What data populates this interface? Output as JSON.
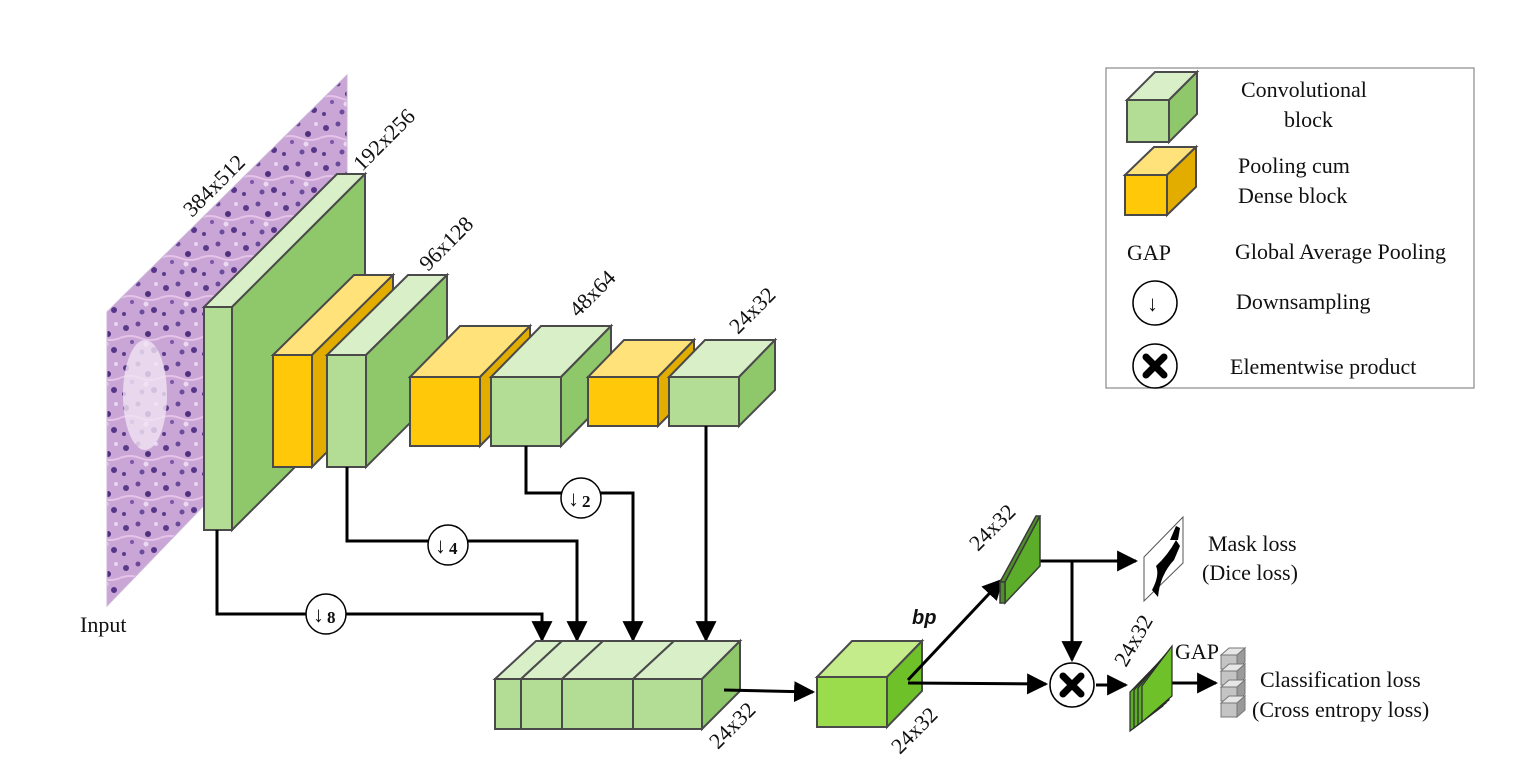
{
  "diagram": {
    "input_label": "Input",
    "dims": {
      "input": "384x512",
      "conv1": "192x256",
      "conv2": "96x128",
      "conv3": "48x64",
      "conv4": "24x32",
      "concat": "24x32",
      "fused": "24x32",
      "mask_branch": "24x32",
      "product": "24x32"
    },
    "downsample": {
      "d2": "2",
      "d4": "4",
      "d8": "8",
      "arrow_glyph": "↓"
    },
    "bp_label": "bp",
    "gap_label": "GAP",
    "outputs": {
      "mask_loss_line1": "Mask loss",
      "mask_loss_line2": "(Dice loss)",
      "class_loss_line1": "Classification loss",
      "class_loss_line2": "(Cross entropy loss)"
    }
  },
  "legend": {
    "conv_line1": "Convolutional",
    "conv_line2": "block",
    "pool_line1": "Pooling cum",
    "pool_line2": "Dense block",
    "gap_abbr": "GAP",
    "gap_text": "Global Average Pooling",
    "down_text": "Downsampling",
    "down_glyph": "↓",
    "product_text": "Elementwise product"
  },
  "colors": {
    "green_front": "#b3dc95",
    "green_top": "#d9efc8",
    "green_side": "#8ec86a",
    "yellow_front": "#ffc90a",
    "yellow_top": "#ffe27a",
    "yellow_side": "#e3ad00",
    "bright_front": "#9bdc4c",
    "bright_top": "#c4ec8a",
    "bright_side": "#6fc12a",
    "dark_green": "#5cae2a",
    "edge": "#4a4a4a"
  }
}
